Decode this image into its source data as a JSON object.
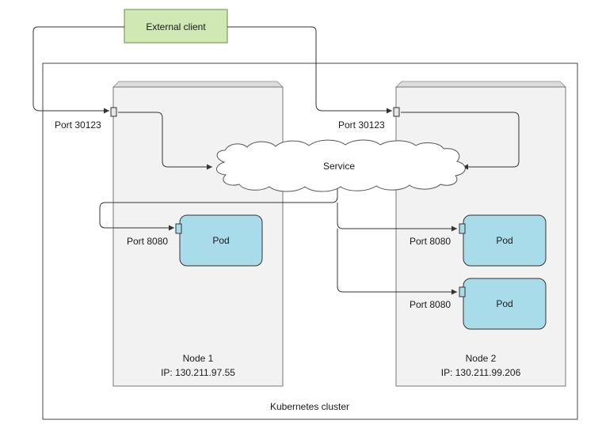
{
  "external_client": {
    "label": "External client"
  },
  "service": {
    "label": "Service"
  },
  "cluster": {
    "label": "Kubernetes cluster"
  },
  "node1": {
    "name": "Node 1",
    "ip": "IP: 130.211.97.55",
    "node_port": "Port 30123",
    "pods": [
      {
        "label": "Pod",
        "port": "Port 8080"
      }
    ]
  },
  "node2": {
    "name": "Node 2",
    "ip": "IP: 130.211.99.206",
    "node_port": "Port 30123",
    "pods": [
      {
        "label": "Pod",
        "port": "Port 8080"
      },
      {
        "label": "Pod",
        "port": "Port 8080"
      }
    ]
  },
  "colors": {
    "client_fill": "#cfe8b4",
    "client_stroke": "#6a8f45",
    "pod_fill": "#a8dcea",
    "node_fill": "#f2f2f2",
    "node_shade": "#dcdcdc",
    "line": "#333333"
  }
}
